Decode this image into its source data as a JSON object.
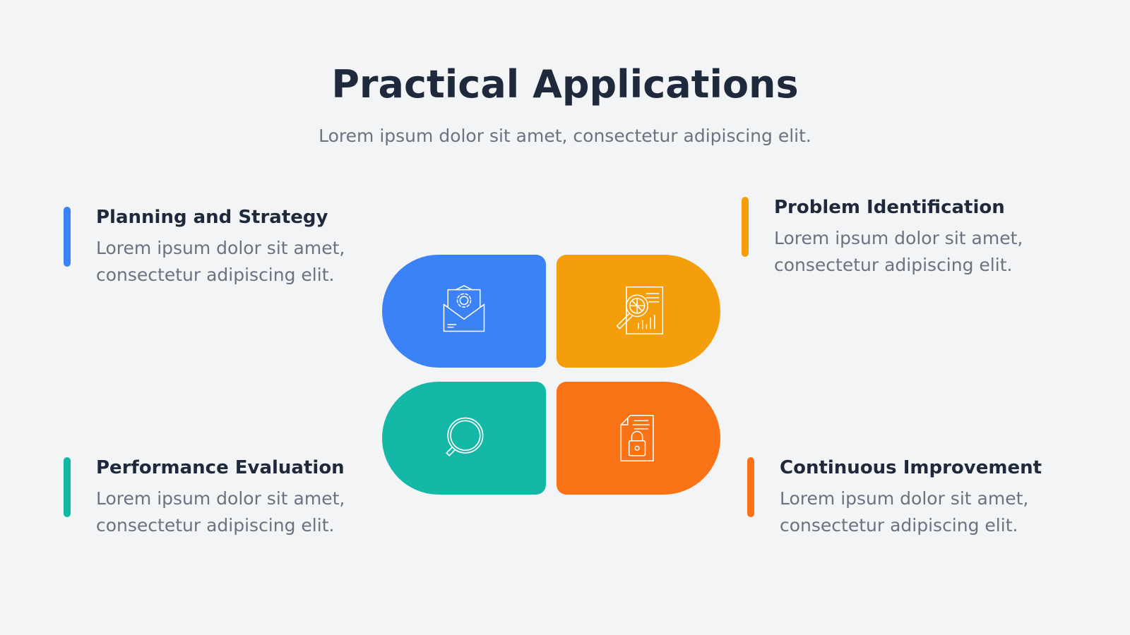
{
  "header": {
    "title": "Practical Applications",
    "subtitle": "Lorem ipsum dolor sit amet, consectetur adipiscing elit."
  },
  "items": [
    {
      "title": "Planning and Strategy",
      "desc": "Lorem ipsum dolor sit amet, consectetur adipiscing elit.",
      "color": "#3b82f6",
      "icon": "envelope-gear-icon"
    },
    {
      "title": "Problem Identification",
      "desc": "Lorem ipsum dolor sit amet, consectetur adipiscing elit.",
      "color": "#f59e0b",
      "icon": "report-magnifier-icon"
    },
    {
      "title": "Performance Evaluation",
      "desc": "Lorem ipsum dolor sit amet, consectetur adipiscing elit.",
      "color": "#14b8a6",
      "icon": "search-icon"
    },
    {
      "title": "Continuous Improvement",
      "desc": "Lorem ipsum dolor sit amet, consectetur adipiscing elit.",
      "color": "#f97316",
      "icon": "document-lock-icon"
    }
  ]
}
